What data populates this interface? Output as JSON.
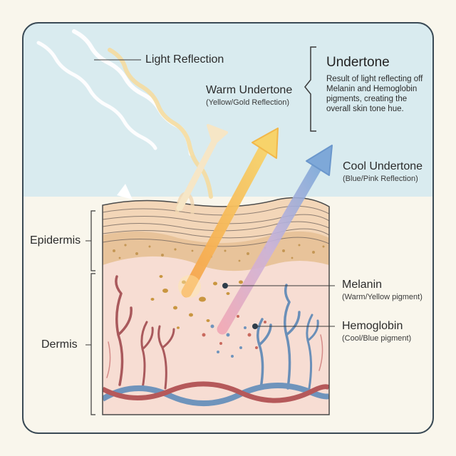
{
  "colors": {
    "sky": "#d9ebef",
    "background": "#f9f6ec",
    "dermis": "#f7ddd3",
    "epidermis_layer": "#f8e4c8",
    "melanin": "#b9893e",
    "warm_arrow": "#f4c44e",
    "cool_arrow": "#8fb5dc",
    "vein_blue": "#6f94bc",
    "vessel_red": "#b5595a",
    "frame": "#3a4a55"
  },
  "labels": {
    "light_reflection": "Light Reflection",
    "undertone_title": "Undertone",
    "undertone_description": "Result of light reflecting off Melanin and Hemoglobin pigments, creating the overall skin tone hue.",
    "warm_title": "Warm Undertone",
    "warm_subtitle": "(Yellow/Gold Reflection)",
    "cool_title": "Cool Undertone",
    "cool_subtitle": "(Blue/Pink Reflection)",
    "epidermis": "Epidermis",
    "dermis": "Dermis",
    "melanin_title": "Melanin",
    "melanin_subtitle": "(Warm/Yellow pigment)",
    "hemoglobin_title": "Hemoglobin",
    "hemoglobin_subtitle": "(Cool/Blue pigment)"
  }
}
